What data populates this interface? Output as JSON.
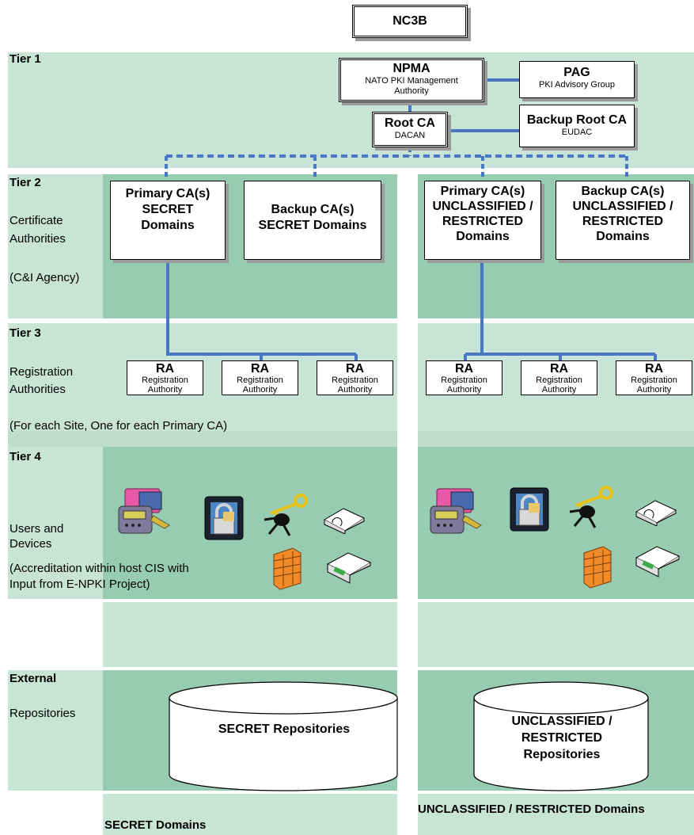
{
  "top": {
    "nc3b": "NC3B"
  },
  "tier1": {
    "label": "Tier 1",
    "npma": {
      "title": "NPMA",
      "subtitle": "NATO PKI Management Authority"
    },
    "pag": {
      "title": "PAG",
      "subtitle": "PKI Advisory Group"
    },
    "root_ca": {
      "title": "Root CA",
      "subtitle": "DACAN"
    },
    "backup_root_ca": {
      "title": "Backup Root CA",
      "subtitle": "EUDAC"
    }
  },
  "tier2": {
    "label": "Tier 2",
    "line1": "Certificate",
    "line2": "Authorities",
    "line3": "(C&I Agency)",
    "secret_primary": "Primary CA(s) SECRET Domains",
    "secret_backup": "Backup CA(s) SECRET Domains",
    "unclass_primary": "Primary CA(s) UNCLASSIFIED / RESTRICTED Domains",
    "unclass_backup": "Backup CA(s) UNCLASSIFIED / RESTRICTED Domains"
  },
  "tier3": {
    "label": "Tier 3",
    "line1": "Registration",
    "line2": "Authorities",
    "line3": "(For each Site, One for each Primary CA)",
    "ra_title": "RA",
    "ra_subtitle": "Registration Authority"
  },
  "tier4": {
    "label": "Tier 4",
    "line1": "Users and",
    "line2": "Devices",
    "line3": "(Accreditation within host CIS with",
    "line4": "Input from E-NPKI Project)"
  },
  "external": {
    "label": "External",
    "line1": "Repositories",
    "secret_repo": "SECRET Repositories",
    "unclass_repo": "UNCLASSIFIED / RESTRICTED Repositories"
  },
  "footer": {
    "secret": "SECRET Domains",
    "unclass": "UNCLASSIFIED / RESTRICTED Domains"
  },
  "colors": {
    "line": "#4a77c4",
    "band_dark": "#98ccb2",
    "band_light": "#c8e4d6"
  }
}
